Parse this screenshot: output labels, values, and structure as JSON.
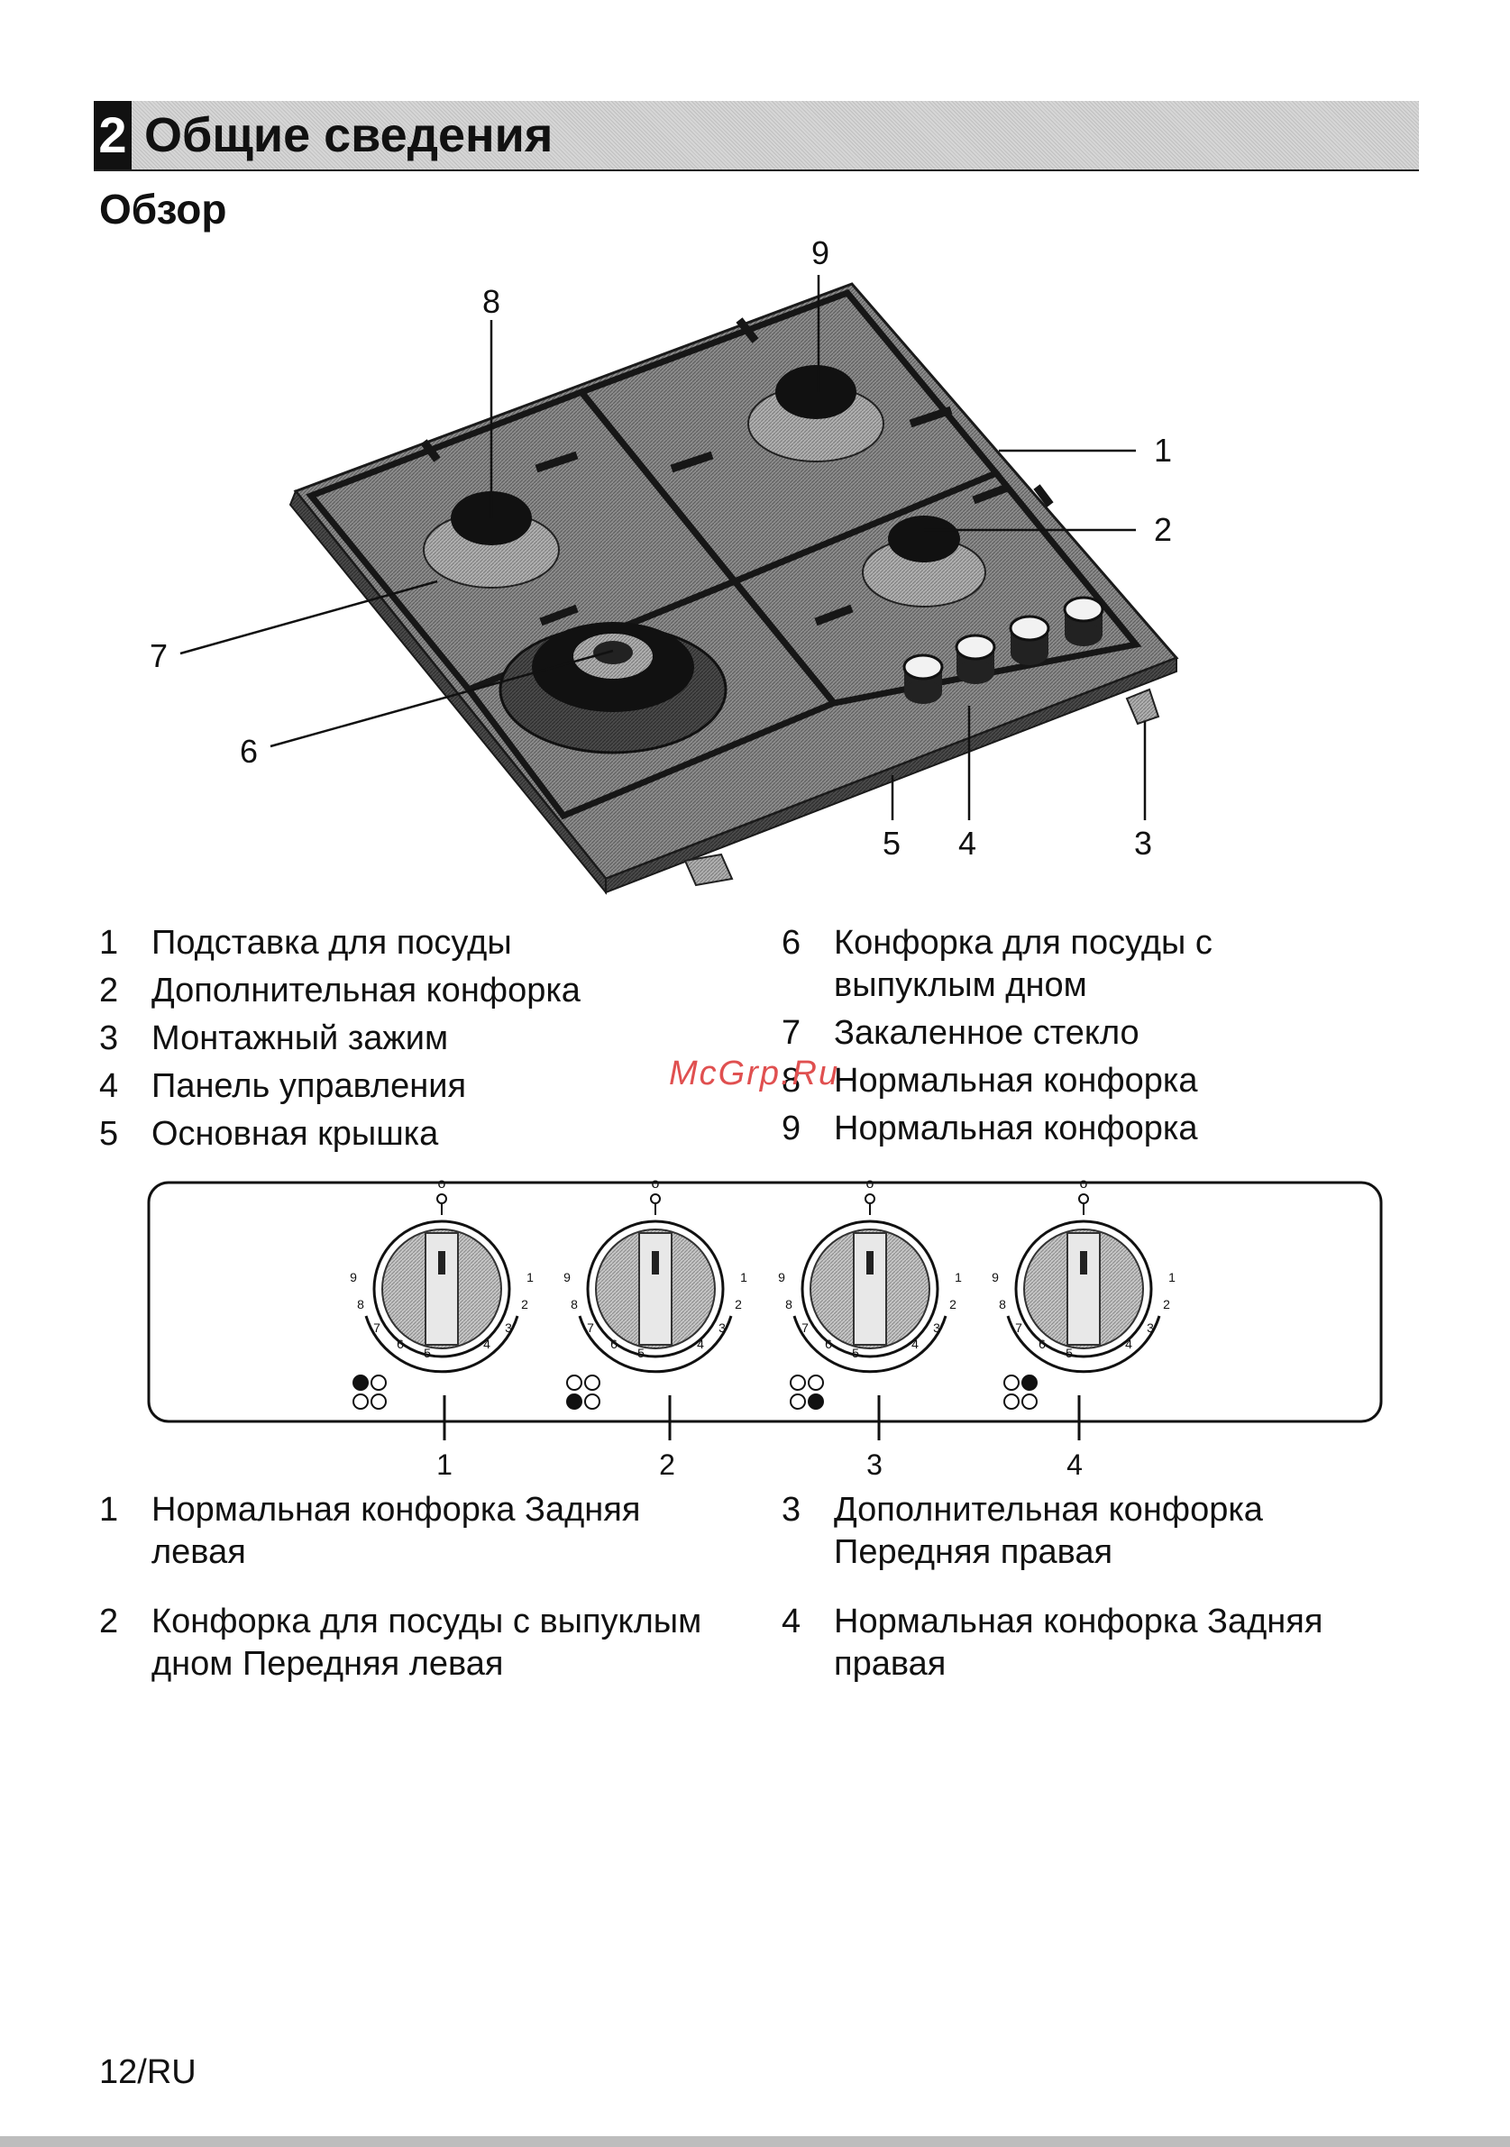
{
  "header": {
    "chapter_number": "2",
    "chapter_title": "Общие сведения"
  },
  "subtitle": "Обзор",
  "diagram_callouts": [
    "1",
    "2",
    "3",
    "4",
    "5",
    "6",
    "7",
    "8",
    "9"
  ],
  "parts_legend": {
    "left": [
      {
        "num": "1",
        "text": "Подставка для посуды"
      },
      {
        "num": "2",
        "text": "Дополнительная конфорка"
      },
      {
        "num": "3",
        "text": "Монтажный зажим"
      },
      {
        "num": "4",
        "text": "Панель управления"
      },
      {
        "num": "5",
        "text": "Основная крышка"
      }
    ],
    "right": [
      {
        "num": "6",
        "text": "Конфорка для посуды с выпуклым дном"
      },
      {
        "num": "7",
        "text": "Закаленное стекло"
      },
      {
        "num": "8",
        "text": "Нормальная конфорка"
      },
      {
        "num": "9",
        "text": "Нормальная конфорка"
      }
    ]
  },
  "control_panel": {
    "knob_callouts": [
      "1",
      "2",
      "3",
      "4"
    ],
    "off_mark": "o",
    "scale_left": [
      "9",
      "8",
      "7",
      "6",
      "5"
    ],
    "scale_right": [
      "1",
      "2",
      "3",
      "4"
    ]
  },
  "knob_legend": {
    "left": [
      {
        "num": "1",
        "text": "Нормальная конфорка Задняя левая"
      },
      {
        "num": "2",
        "text": "Конфорка для посуды с выпуклым дном Передняя левая"
      }
    ],
    "right": [
      {
        "num": "3",
        "text": "Дополнительная конфорка Передняя правая"
      },
      {
        "num": "4",
        "text": "Нормальная конфорка Задняя правая"
      }
    ]
  },
  "watermark": "McGrp.Ru",
  "footer": {
    "page": "12/RU"
  }
}
